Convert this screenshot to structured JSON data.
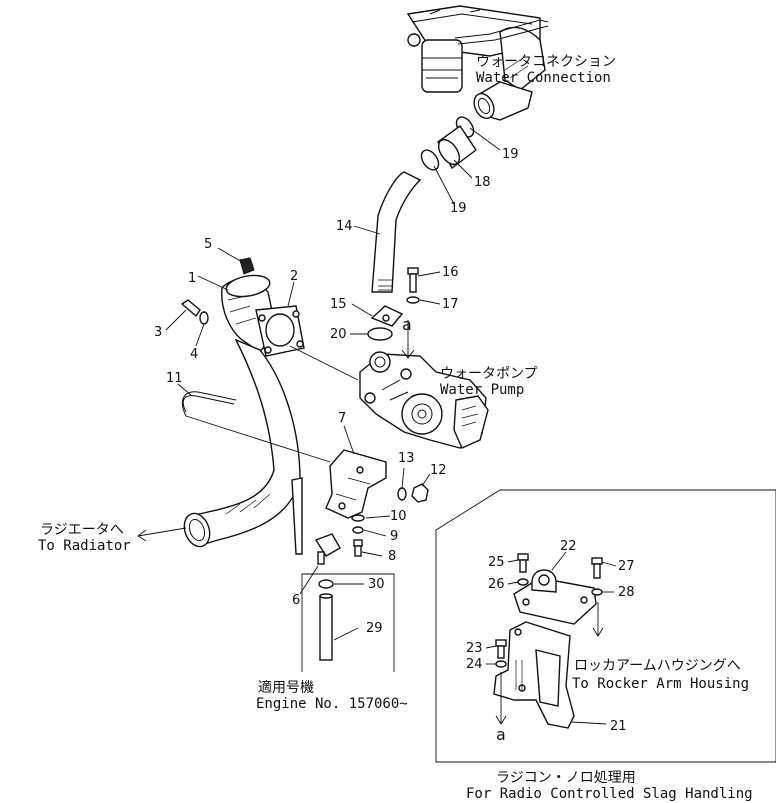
{
  "labels": {
    "water_connection_jp": "ウォータコネクション",
    "water_connection_en": "Water Connection",
    "water_pump_jp": "ウォータポンプ",
    "water_pump_en": "Water Pump",
    "to_radiator_jp": "ラジエータへ",
    "to_radiator_en": "To Radiator",
    "engine_no_jp": "適用号機",
    "engine_no_en": "Engine No. 157060~",
    "rocker_jp": "ロッカアームハウジングへ",
    "rocker_en": "To Rocker Arm Housing",
    "radio_jp": "ラジコン・ノロ処理用",
    "radio_en": "For Radio Controlled Slag Handling",
    "marker_a_top": "a",
    "marker_a_bottom": "a"
  },
  "part_numbers": {
    "p1": "1",
    "p2": "2",
    "p3": "3",
    "p4": "4",
    "p5": "5",
    "p6": "6",
    "p7": "7",
    "p8": "8",
    "p9": "9",
    "p10": "10",
    "p11": "11",
    "p12": "12",
    "p13": "13",
    "p14": "14",
    "p15": "15",
    "p16": "16",
    "p17": "17",
    "p18": "18",
    "p19a": "19",
    "p19b": "19",
    "p20": "20",
    "p21": "21",
    "p22": "22",
    "p23": "23",
    "p24": "24",
    "p25": "25",
    "p26": "26",
    "p27": "27",
    "p28": "28",
    "p29": "29",
    "p30": "30"
  }
}
